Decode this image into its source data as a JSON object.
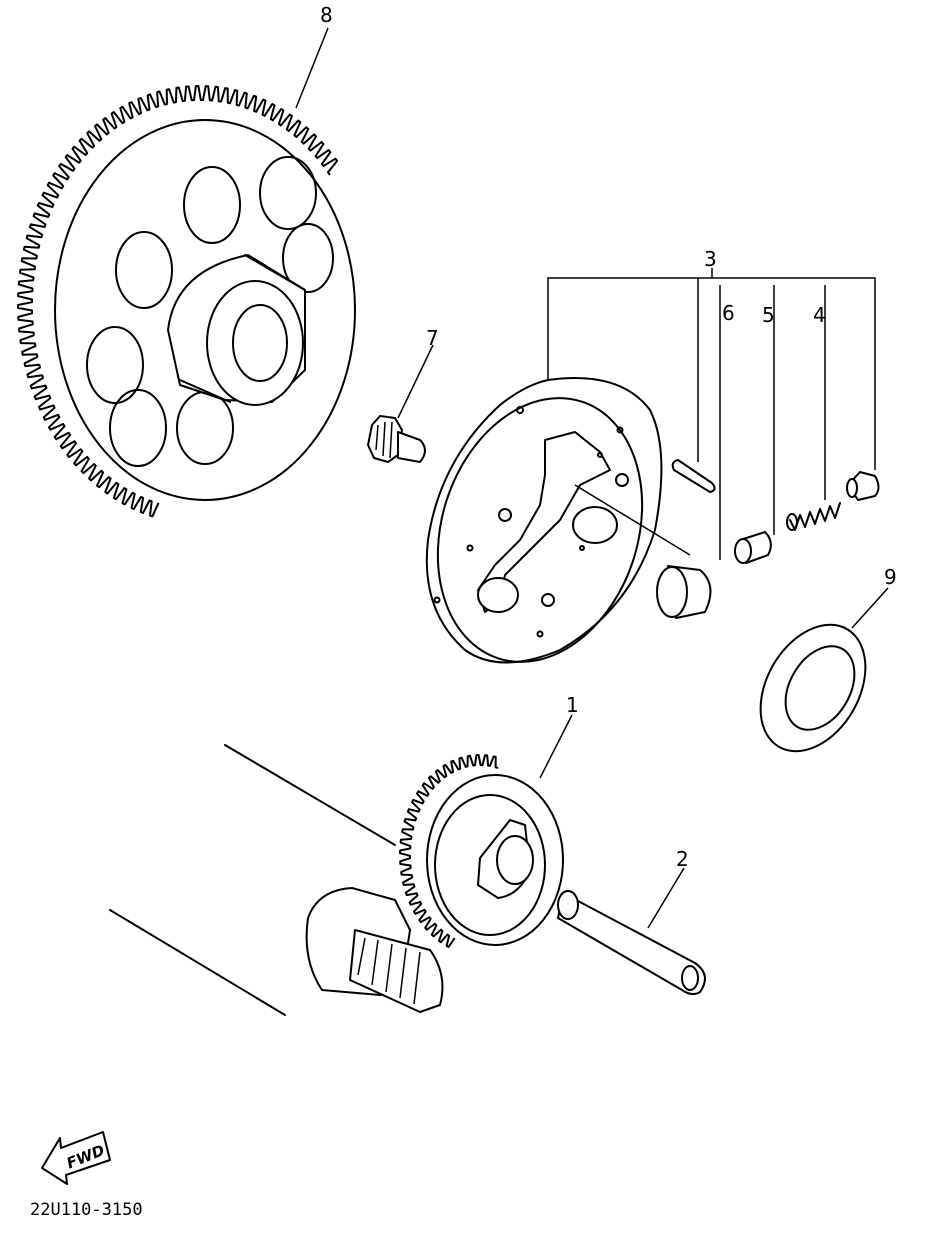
{
  "diagram": {
    "callouts": {
      "part_1": "1",
      "part_2": "2",
      "part_3": "3",
      "part_4": "4",
      "part_5": "5",
      "part_6": "6",
      "part_7": "7",
      "part_8": "8",
      "part_9": "9"
    },
    "fwd_label": "FWD",
    "reference_code": "22U110-3150",
    "ink_color": "#000000",
    "background_color": "#ffffff"
  }
}
